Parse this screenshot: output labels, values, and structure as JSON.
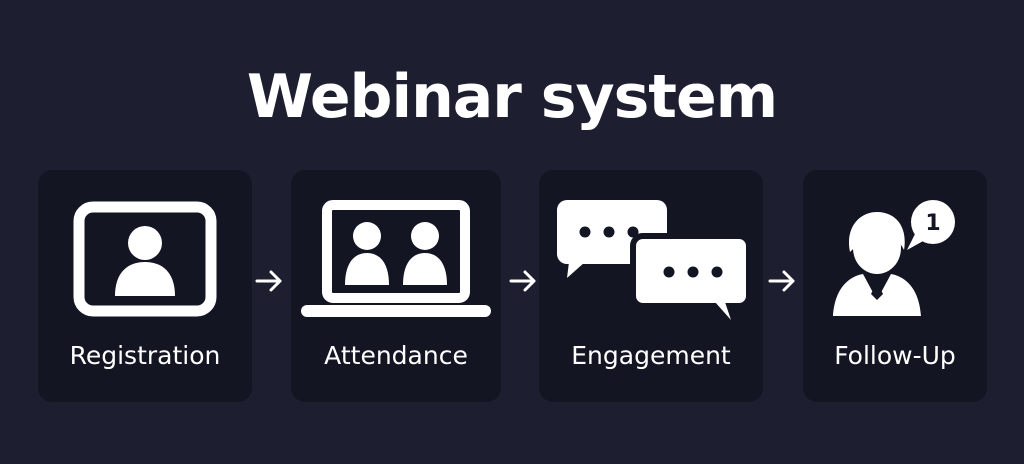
{
  "title": "Webinar system",
  "steps": [
    {
      "label": "Registration",
      "icon": "user-screen-icon"
    },
    {
      "label": "Attendance",
      "icon": "laptop-group-icon"
    },
    {
      "label": "Engagement",
      "icon": "chat-bubbles-icon"
    },
    {
      "label": "Follow-Up",
      "icon": "person-notification-icon"
    }
  ],
  "notification_badge": "1",
  "colors": {
    "background": "#1d1f31",
    "card": "#131523",
    "foreground": "#ffffff"
  }
}
